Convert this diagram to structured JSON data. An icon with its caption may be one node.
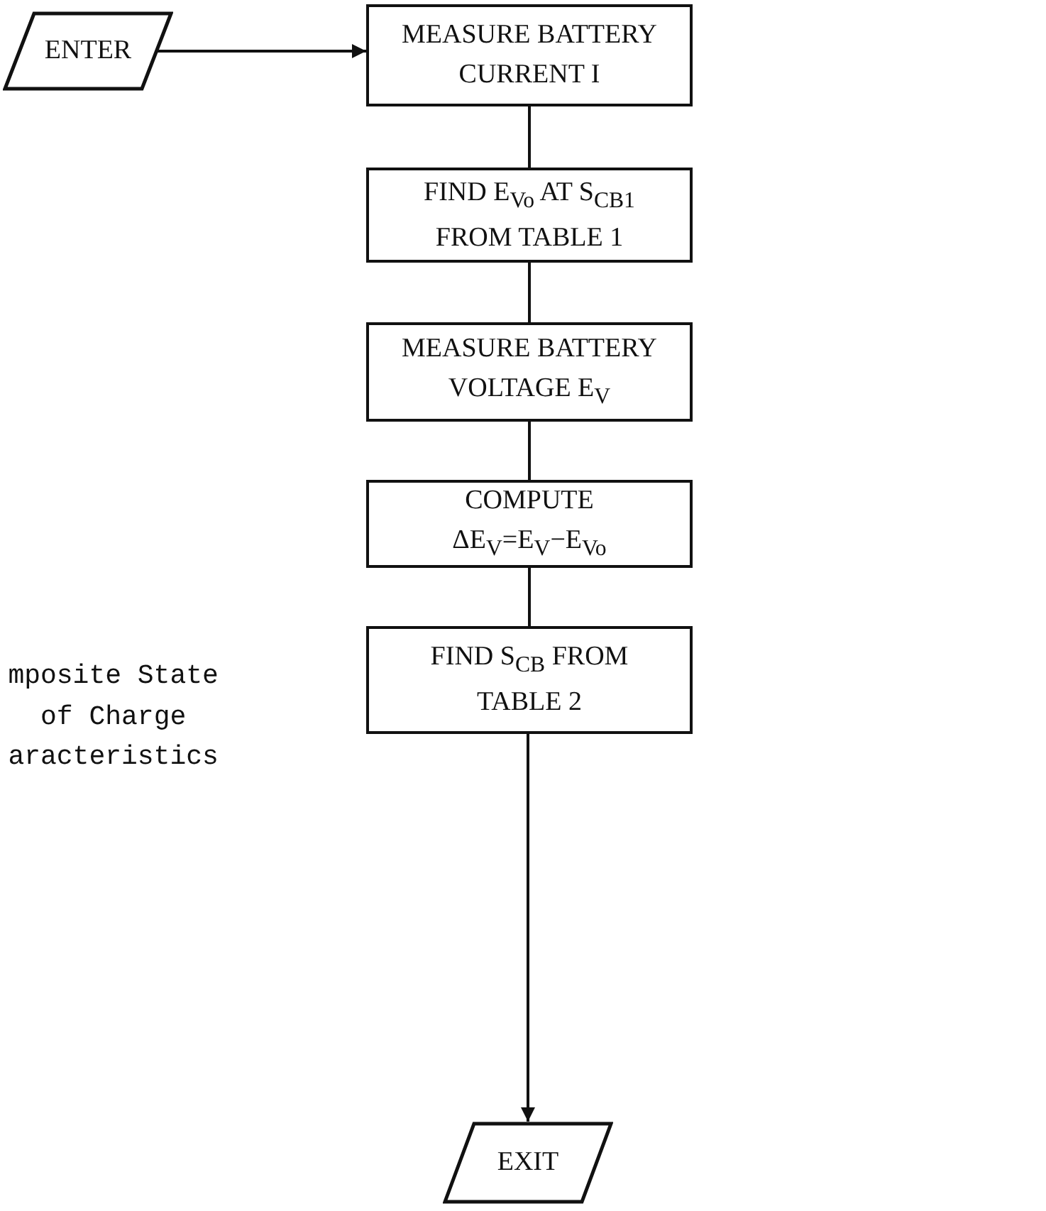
{
  "diagram": {
    "nodes": [
      {
        "text": [
          "ENTER"
        ]
      },
      {
        "text": [
          "MEASURE BATTERY CURRENT I"
        ]
      },
      {
        "text": [
          "FIND E$_{Vo}$ AT S$_{CB1}$ FROM TABLE 1"
        ]
      },
      {
        "text": [
          "MEASURE BATTERY VOLTAGE E$_{V}$"
        ]
      },
      {
        "text": [
          "COMPUTE ΔE$_{V}$=E$_{V}$−E$_{Vo}$"
        ]
      },
      {
        "text": [
          "FIND S$_{CB}$ FROM TABLE 2"
        ]
      },
      {
        "text": [
          "EXIT"
        ]
      }
    ],
    "edges": [
      {
        "from": 0,
        "to": 1,
        "arrow": "to"
      },
      {
        "from": 1,
        "to": 2,
        "arrow": "none"
      },
      {
        "from": 2,
        "to": 3,
        "arrow": "none"
      },
      {
        "from": 3,
        "to": 4,
        "arrow": "none"
      },
      {
        "from": 4,
        "to": 5,
        "arrow": "none"
      },
      {
        "from": 5,
        "to": 6,
        "arrow": "to"
      }
    ],
    "labels": [
      "mposite State of Charge aracteristics"
    ]
  }
}
